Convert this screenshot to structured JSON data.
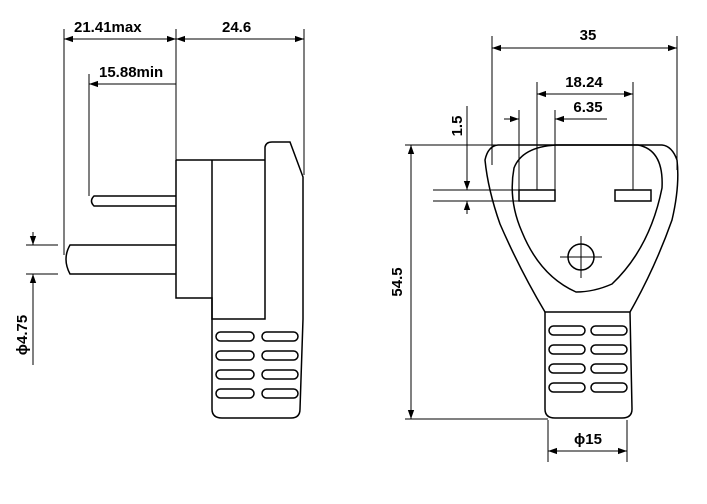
{
  "side_view": {
    "dim_overall_max": "21.41max",
    "dim_pin_min": "15.88min",
    "dim_body": "24.6",
    "dim_pin_diameter": "ϕ4.75"
  },
  "front_view": {
    "dim_width": "35",
    "dim_pin_spacing": "18.24",
    "dim_pin_width": "6.35",
    "dim_pin_thickness": "1.5",
    "dim_height": "54.5",
    "dim_cord_diameter": "ϕ15"
  }
}
